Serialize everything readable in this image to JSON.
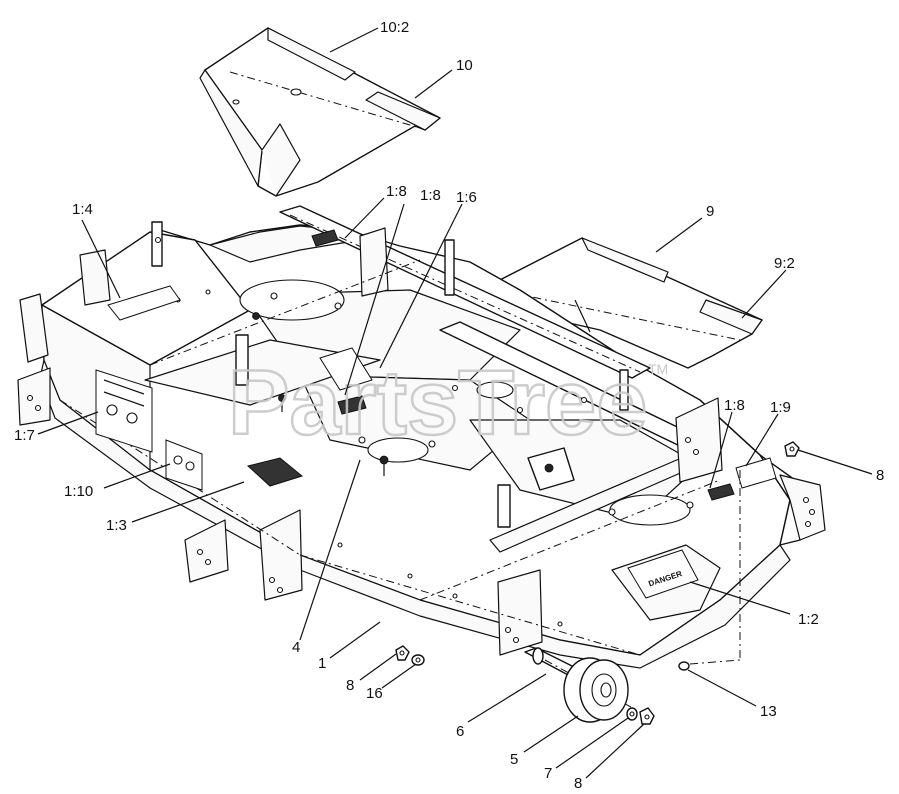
{
  "watermark": {
    "text": "PartsTree",
    "tm": "TM"
  },
  "decals": {
    "danger": "DANGER"
  },
  "callouts": [
    {
      "id": "c-10-2",
      "label": "10:2"
    },
    {
      "id": "c-10",
      "label": "10"
    },
    {
      "id": "c-1-8-a",
      "label": "1:8"
    },
    {
      "id": "c-1-8-b",
      "label": "1:8"
    },
    {
      "id": "c-1-6",
      "label": "1:6"
    },
    {
      "id": "c-1-4",
      "label": "1:4"
    },
    {
      "id": "c-9",
      "label": "9"
    },
    {
      "id": "c-9-2",
      "label": "9:2"
    },
    {
      "id": "c-1-8-c",
      "label": "1:8"
    },
    {
      "id": "c-1-9",
      "label": "1:9"
    },
    {
      "id": "c-8-a",
      "label": "8"
    },
    {
      "id": "c-1-7",
      "label": "1:7"
    },
    {
      "id": "c-1-10",
      "label": "1:10"
    },
    {
      "id": "c-1-3",
      "label": "1:3"
    },
    {
      "id": "c-1-2",
      "label": "1:2"
    },
    {
      "id": "c-4",
      "label": "4"
    },
    {
      "id": "c-1",
      "label": "1"
    },
    {
      "id": "c-8-b",
      "label": "8"
    },
    {
      "id": "c-16",
      "label": "16"
    },
    {
      "id": "c-6",
      "label": "6"
    },
    {
      "id": "c-13",
      "label": "13"
    },
    {
      "id": "c-5",
      "label": "5"
    },
    {
      "id": "c-7",
      "label": "7"
    },
    {
      "id": "c-8-c",
      "label": "8"
    }
  ]
}
